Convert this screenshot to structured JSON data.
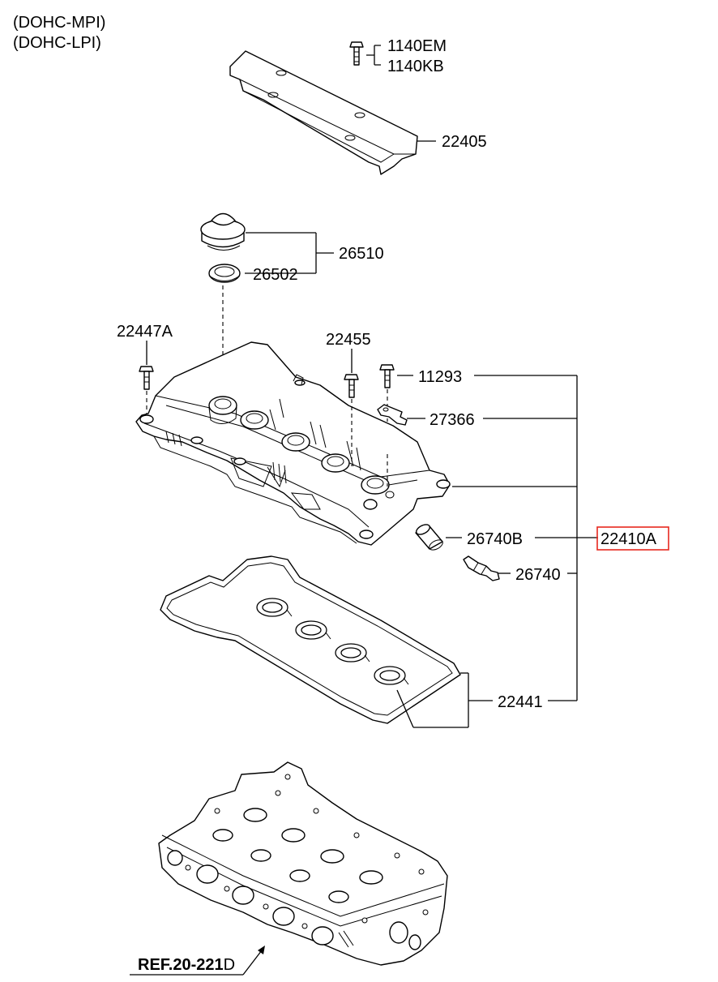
{
  "variants": [
    "(DOHC-MPI)",
    "(DOHC-LPI)"
  ],
  "parts": {
    "bolt_1140": [
      "1140EM",
      "1140KB"
    ],
    "cover_22405": "22405",
    "cap_assy_26510": "26510",
    "gasket_26502": "26502",
    "bolt_22447a": "22447A",
    "bolt_22455": "22455",
    "bolt_11293": "11293",
    "bracket_27366": "27366",
    "hose_26740b": "26740B",
    "rocker_cover_22410a": "22410A",
    "pcv_valve_26740": "26740",
    "gasket_22441": "22441"
  },
  "reference": {
    "prefix": "REF.",
    "code": "20-221",
    "suffix": "D"
  },
  "highlight_color": "#e8281e"
}
